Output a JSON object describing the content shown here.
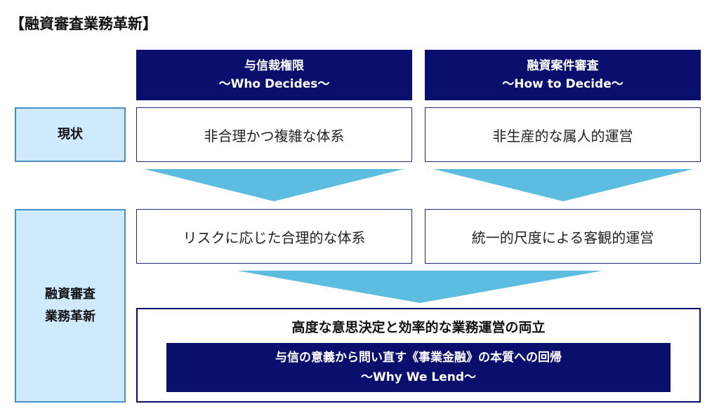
{
  "title": "【融資審査業務革新】",
  "columns": [
    {
      "title": "与信裁権限",
      "subtitle": "～Who Decides～"
    },
    {
      "title": "融資案件審査",
      "subtitle": "～How to Decide～"
    }
  ],
  "rows": {
    "current": {
      "label": "現状",
      "cells": [
        "非合理かつ複雑な体系",
        "非生産的な属人的運営"
      ]
    },
    "innovation": {
      "label_line1": "融資審査",
      "label_line2": "業務革新",
      "cells": [
        "リスクに応じた合理的な体系",
        "統一的尺度による客観的運営"
      ]
    }
  },
  "result": {
    "heading": "高度な意思決定と効率的な業務運営の両立",
    "inner_line1": "与信の意義から問い直す《事業金融》の本質への回帰",
    "inner_line2": "～Why We Lend～"
  },
  "colors": {
    "navy": "#0a0f6e",
    "light_blue_fill": "#cfeafc",
    "label_border": "#4a8fc2",
    "arrow": "#5cbde0"
  }
}
